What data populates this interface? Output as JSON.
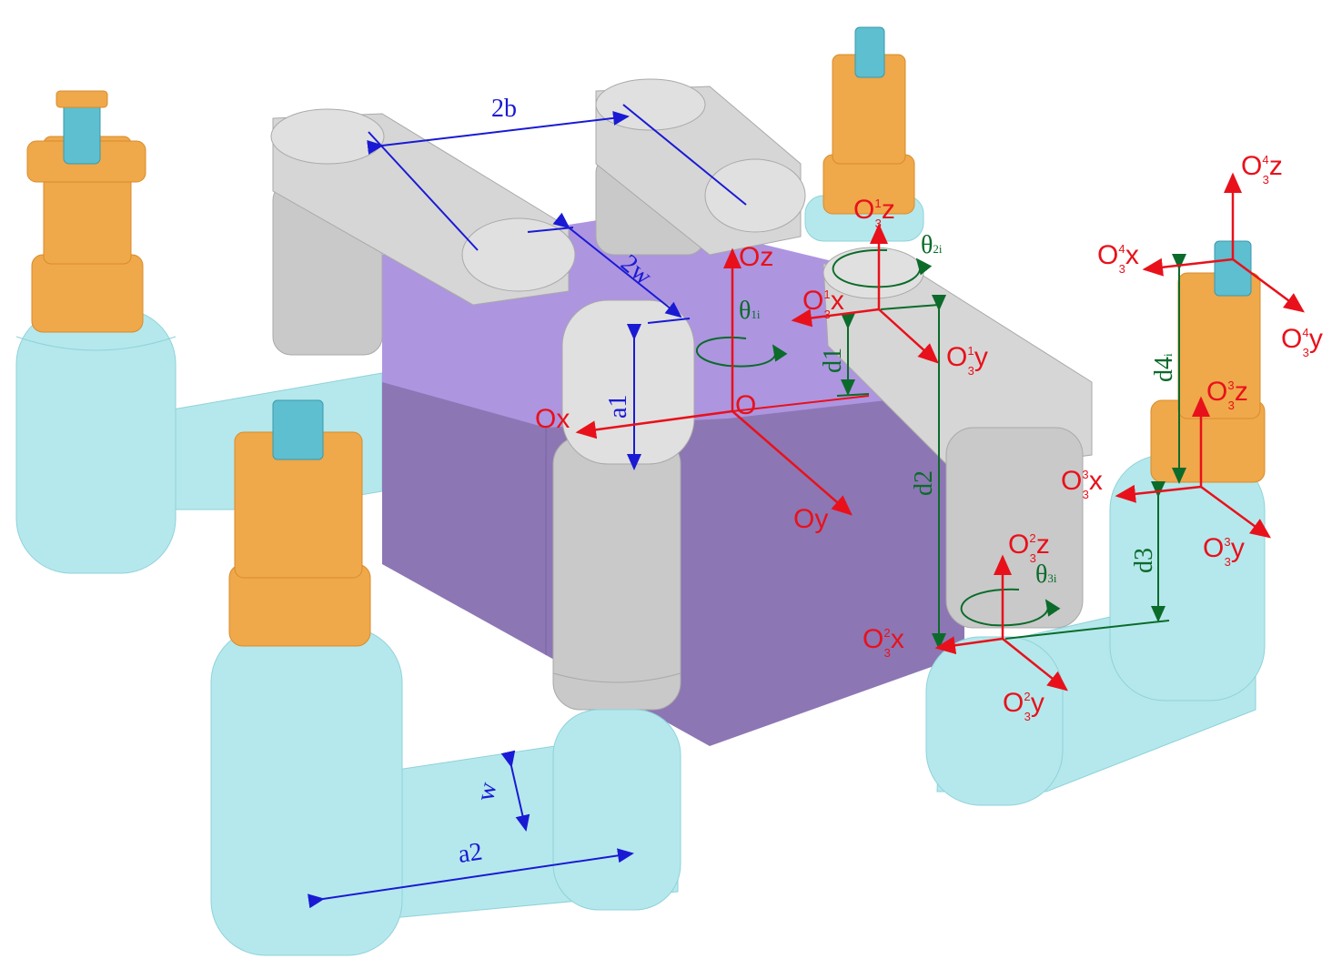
{
  "colors": {
    "base": "#b5e8ec",
    "base_shade": "#8ed2da",
    "orange": "#efa84a",
    "orange_shade": "#d98c2c",
    "gray": "#c9c9c9",
    "gray_shade": "#a9a9a9",
    "body_top": "#ad95e0",
    "body_side": "#8d76b4",
    "axis_red": "#e8111b",
    "dim_blue": "#1a1ad4",
    "dim_green": "#0b6b2a"
  },
  "labels": {
    "dim_2b": "2b",
    "dim_2w": "2w",
    "dim_a1": "a1",
    "dim_a2": "a2",
    "dim_w": "w",
    "dim_d1": "d1",
    "dim_d2": "d2",
    "dim_d3": "d3",
    "dim_d4": "d4",
    "dim_d4_sub": "i",
    "origin": "O",
    "Ox": "Ox",
    "Oy": "Oy",
    "Oz": "Oz",
    "theta_1": "θ",
    "theta_1_sub": "1i",
    "theta_2": "θ",
    "theta_2_sub": "2i",
    "theta_3": "θ",
    "theta_3_sub": "3i",
    "O3_1x": "O",
    "O3_1x_sup": "1",
    "O3_1x_sub": "3",
    "O3_1x_axis": "x",
    "O3_1y": "O",
    "O3_1y_sup": "1",
    "O3_1y_sub": "3",
    "O3_1y_axis": "y",
    "O3_1z": "O",
    "O3_1z_sup": "1",
    "O3_1z_sub": "3",
    "O3_1z_axis": "z",
    "O3_2x": "O",
    "O3_2x_sup": "2",
    "O3_2x_sub": "3",
    "O3_2x_axis": "x",
    "O3_2y": "O",
    "O3_2y_sup": "2",
    "O3_2y_sub": "3",
    "O3_2y_axis": "y",
    "O3_2z": "O",
    "O3_2z_sup": "2",
    "O3_2z_sub": "3",
    "O3_2z_axis": "z",
    "O3_3x": "O",
    "O3_3x_sup": "3",
    "O3_3x_sub": "3",
    "O3_3x_axis": "x",
    "O3_3y": "O",
    "O3_3y_sup": "3",
    "O3_3y_sub": "3",
    "O3_3y_axis": "y",
    "O3_3z": "O",
    "O3_3z_sup": "3",
    "O3_3z_sub": "3",
    "O3_3z_axis": "z",
    "O3_4x": "O",
    "O3_4x_sup": "4",
    "O3_4x_sub": "3",
    "O3_4x_axis": "x",
    "O3_4y": "O",
    "O3_4y_sup": "4",
    "O3_4y_sub": "3",
    "O3_4y_axis": "y",
    "O3_4z": "O",
    "O3_4z_sup": "4",
    "O3_4z_sub": "3",
    "O3_4z_axis": "z"
  }
}
